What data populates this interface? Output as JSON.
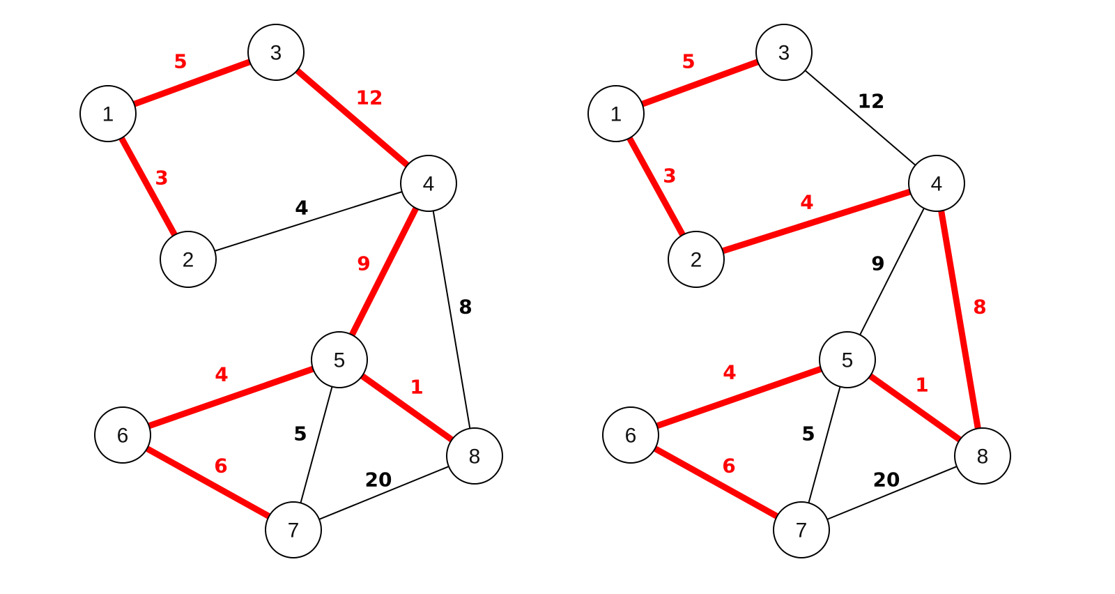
{
  "colors": {
    "highlight": "#ff0000",
    "normal": "#000000"
  },
  "graphs": [
    {
      "name": "graph-left",
      "nodes": [
        "1",
        "2",
        "3",
        "4",
        "5",
        "6",
        "7",
        "8"
      ],
      "edges": [
        {
          "from": "1",
          "to": "3",
          "weight": "5",
          "highlighted": true
        },
        {
          "from": "3",
          "to": "4",
          "weight": "12",
          "highlighted": true
        },
        {
          "from": "1",
          "to": "2",
          "weight": "3",
          "highlighted": true
        },
        {
          "from": "2",
          "to": "4",
          "weight": "4",
          "highlighted": false
        },
        {
          "from": "4",
          "to": "5",
          "weight": "9",
          "highlighted": true
        },
        {
          "from": "4",
          "to": "8",
          "weight": "8",
          "highlighted": false
        },
        {
          "from": "5",
          "to": "6",
          "weight": "4",
          "highlighted": true
        },
        {
          "from": "5",
          "to": "8",
          "weight": "1",
          "highlighted": true
        },
        {
          "from": "5",
          "to": "7",
          "weight": "5",
          "highlighted": false
        },
        {
          "from": "6",
          "to": "7",
          "weight": "6",
          "highlighted": true
        },
        {
          "from": "7",
          "to": "8",
          "weight": "20",
          "highlighted": false
        }
      ]
    },
    {
      "name": "graph-right",
      "nodes": [
        "1",
        "2",
        "3",
        "4",
        "5",
        "6",
        "7",
        "8"
      ],
      "edges": [
        {
          "from": "1",
          "to": "3",
          "weight": "5",
          "highlighted": true
        },
        {
          "from": "3",
          "to": "4",
          "weight": "12",
          "highlighted": false
        },
        {
          "from": "1",
          "to": "2",
          "weight": "3",
          "highlighted": true
        },
        {
          "from": "2",
          "to": "4",
          "weight": "4",
          "highlighted": true
        },
        {
          "from": "4",
          "to": "5",
          "weight": "9",
          "highlighted": false
        },
        {
          "from": "4",
          "to": "8",
          "weight": "8",
          "highlighted": true
        },
        {
          "from": "5",
          "to": "6",
          "weight": "4",
          "highlighted": true
        },
        {
          "from": "5",
          "to": "8",
          "weight": "1",
          "highlighted": true
        },
        {
          "from": "5",
          "to": "7",
          "weight": "5",
          "highlighted": false
        },
        {
          "from": "6",
          "to": "7",
          "weight": "6",
          "highlighted": true
        },
        {
          "from": "7",
          "to": "8",
          "weight": "20",
          "highlighted": false
        }
      ]
    }
  ]
}
